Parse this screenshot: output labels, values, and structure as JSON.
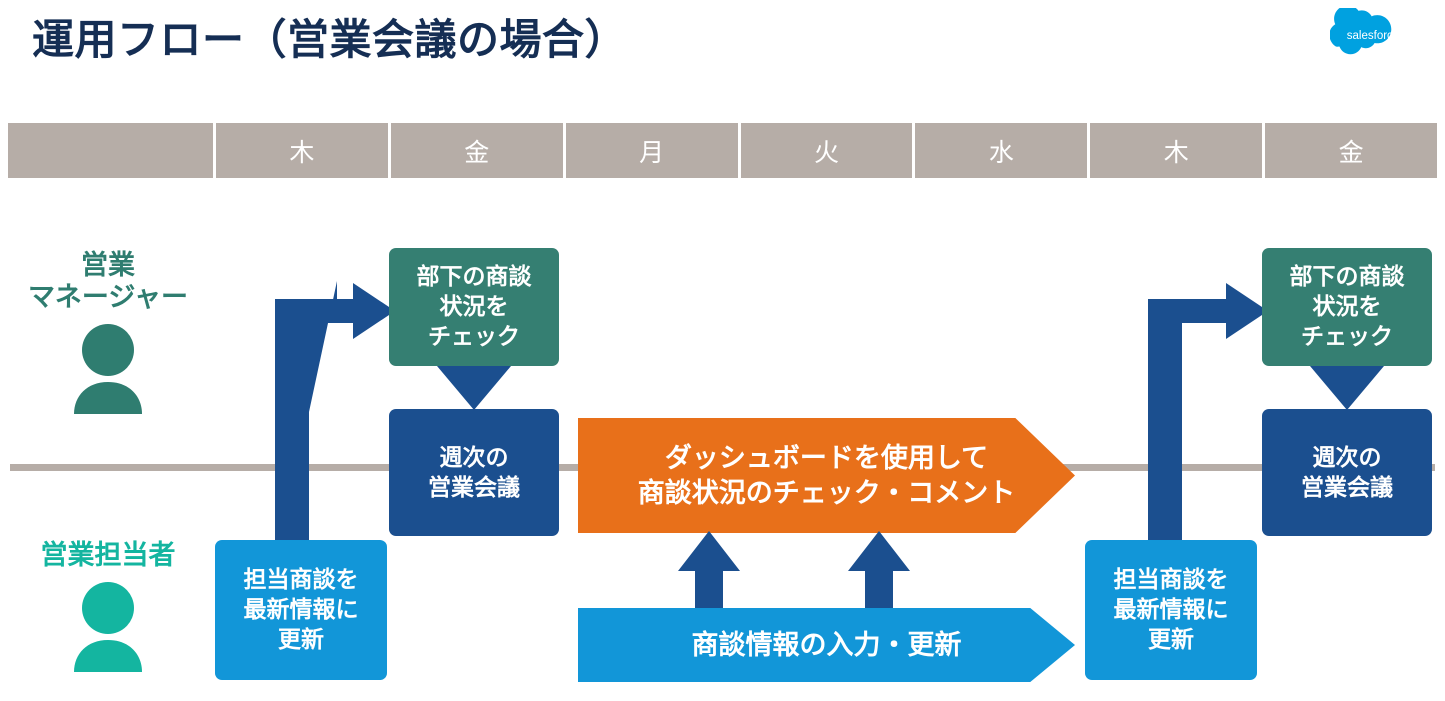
{
  "page": {
    "title": "運用フロー（営業会議の場合）",
    "brand_logo": "salesforce-cloud-logo",
    "brand_name": "salesforce"
  },
  "colors": {
    "title_navy": "#152E54",
    "header_taupe": "#B6ADA7",
    "divider_taupe": "#B6ADA7",
    "green": "#357F72",
    "navy": "#1B4F8F",
    "blue": "#1296D8",
    "orange": "#E8701A",
    "manager_label_green": "#2F7D70",
    "rep_label_teal": "#14B5A0",
    "salesforce_blue": "#00A1E0",
    "white": "#FFFFFF"
  },
  "timeline": {
    "cells": [
      {
        "label": "",
        "name": "day-cell-spacer"
      },
      {
        "label": "木",
        "name": "day-cell-thu-1"
      },
      {
        "label": "金",
        "name": "day-cell-fri-1"
      },
      {
        "label": "月",
        "name": "day-cell-mon"
      },
      {
        "label": "火",
        "name": "day-cell-tue"
      },
      {
        "label": "水",
        "name": "day-cell-wed"
      },
      {
        "label": "木",
        "name": "day-cell-thu-2"
      },
      {
        "label": "金",
        "name": "day-cell-fri-2"
      }
    ]
  },
  "roles": {
    "manager": {
      "label_line1": "営業",
      "label_line2": "マネージャー",
      "icon": "person-icon"
    },
    "rep": {
      "label_line1": "営業担当者",
      "icon": "person-icon"
    }
  },
  "manager_row": {
    "check_left": {
      "line1": "部下の商談",
      "line2": "状況を",
      "line3": "チェック"
    },
    "meeting_left": {
      "line1": "週次の",
      "line2": "営業会議"
    },
    "check_right": {
      "line1": "部下の商談",
      "line2": "状況を",
      "line3": "チェック"
    },
    "meeting_right": {
      "line1": "週次の",
      "line2": "営業会議"
    },
    "dashboard_banner": {
      "line1": "ダッシュボードを使用して",
      "line2": "商談状況のチェック・コメント"
    }
  },
  "rep_row": {
    "update_left": {
      "line1": "担当商談を",
      "line2": "最新情報に",
      "line3": "更新"
    },
    "update_right": {
      "line1": "担当商談を",
      "line2": "最新情報に",
      "line3": "更新"
    },
    "input_banner": {
      "line1": "商談情報の入力・更新"
    }
  },
  "connectors": {
    "elbow_left": "elbow-arrow-up-right-icon",
    "elbow_right": "elbow-arrow-up-right-icon",
    "triangle_left": "triangle-down-icon",
    "triangle_right": "triangle-down-icon",
    "arrow_up_1": "arrow-up-icon",
    "arrow_up_2": "arrow-up-icon"
  }
}
